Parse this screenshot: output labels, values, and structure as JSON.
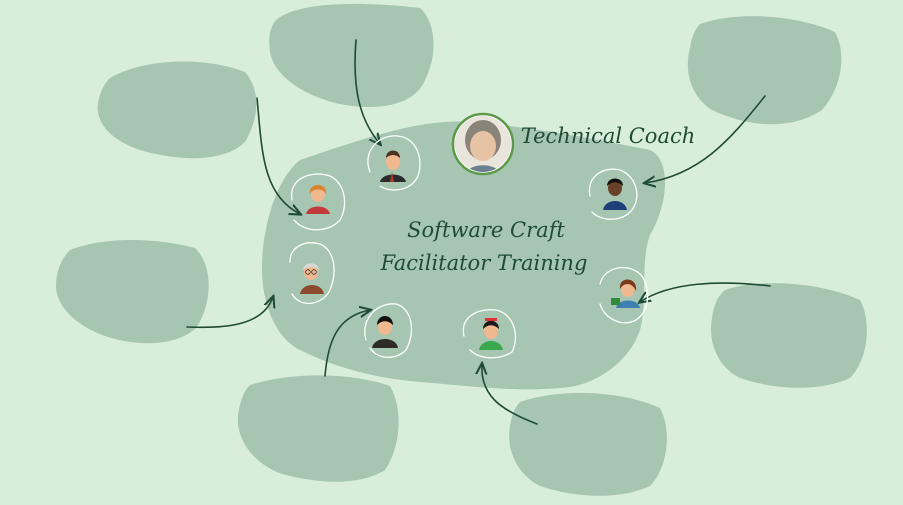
{
  "diagram": {
    "title_line1": "Software Craft",
    "title_line2": "Facilitator Training",
    "coach_label": "Technical Coach"
  },
  "colors": {
    "background": "#d8eedb",
    "blob": "#a6c6b2",
    "ink": "#1f4a33",
    "coach_ring": "#5c9a4a"
  },
  "participants": [
    {
      "icon": "businessman-icon"
    },
    {
      "icon": "redhead-woman-icon"
    },
    {
      "icon": "grandpa-icon"
    },
    {
      "icon": "black-hair-man-icon"
    },
    {
      "icon": "nurse-woman-icon"
    },
    {
      "icon": "woman-with-book-icon"
    },
    {
      "icon": "dark-skinned-man-icon"
    }
  ]
}
